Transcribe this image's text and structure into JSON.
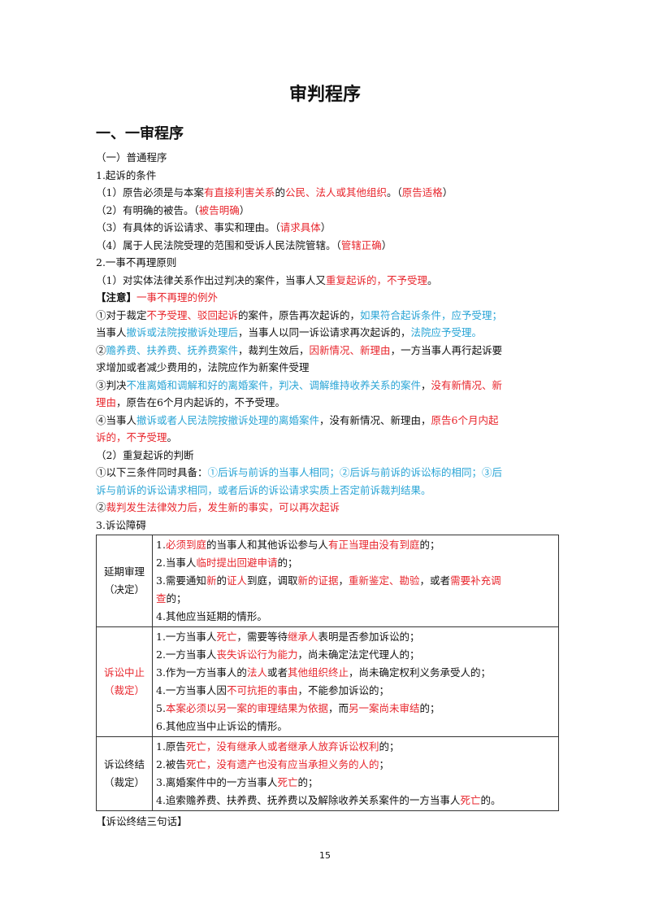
{
  "page": {
    "title": "审判程序",
    "number": "15"
  },
  "section": {
    "heading": "一、一审程序"
  },
  "lines": [
    [
      {
        "t": "（一）普通程序",
        "c": ""
      }
    ],
    [
      {
        "t": "1.起诉的条件",
        "c": ""
      }
    ],
    [
      {
        "t": "（1）原告必须是与本案",
        "c": ""
      },
      {
        "t": "有直接利害关系",
        "c": "red"
      },
      {
        "t": "的",
        "c": ""
      },
      {
        "t": "公民、法人或其他组织",
        "c": "red"
      },
      {
        "t": "。（",
        "c": ""
      },
      {
        "t": "原告适格",
        "c": "red"
      },
      {
        "t": "）",
        "c": ""
      }
    ],
    [
      {
        "t": "（2）有明确的被告。（",
        "c": ""
      },
      {
        "t": "被告明确",
        "c": "red"
      },
      {
        "t": "）",
        "c": ""
      }
    ],
    [
      {
        "t": "（3）有具体的诉讼请求、事实和理由。（",
        "c": ""
      },
      {
        "t": "请求具体",
        "c": "red"
      },
      {
        "t": "）",
        "c": ""
      }
    ],
    [
      {
        "t": "（4）属于人民法院受理的范围和受诉人民法院管辖。（",
        "c": ""
      },
      {
        "t": "管辖正确",
        "c": "red"
      },
      {
        "t": "）",
        "c": ""
      }
    ],
    [
      {
        "t": "2.一事不再理原则",
        "c": ""
      }
    ],
    [
      {
        "t": "（1）对实体法律关系作出过判决的案件，当事人又",
        "c": ""
      },
      {
        "t": "重复起诉的，不予受理",
        "c": "red"
      },
      {
        "t": "。",
        "c": ""
      }
    ],
    [
      {
        "t": "【注意】",
        "c": "bold"
      },
      {
        "t": "一事不再理的例外",
        "c": "red"
      }
    ],
    [
      {
        "t": "①对于裁定",
        "c": ""
      },
      {
        "t": "不予受理、驳回起诉",
        "c": "red"
      },
      {
        "t": "的案件，原告再次起诉的，",
        "c": ""
      },
      {
        "t": "如果符合起诉条件，应予受理；",
        "c": "blue"
      }
    ],
    [
      {
        "t": "当事人",
        "c": ""
      },
      {
        "t": "撤诉或法院按撤诉处理后",
        "c": "blue"
      },
      {
        "t": "，当事人以同一诉讼请求再次起诉的，",
        "c": ""
      },
      {
        "t": "法院应予受理。",
        "c": "blue"
      }
    ],
    [
      {
        "t": "②",
        "c": ""
      },
      {
        "t": "赡养费、扶养费、抚养费案件",
        "c": "blue"
      },
      {
        "t": "，裁判生效后，",
        "c": ""
      },
      {
        "t": "因新情况、新理由",
        "c": "red"
      },
      {
        "t": "，一方当事人再行起诉要",
        "c": ""
      }
    ],
    [
      {
        "t": "求增加或者减少费用的，法院应作为新案件受理",
        "c": ""
      }
    ],
    [
      {
        "t": "③判决",
        "c": ""
      },
      {
        "t": "不准离婚和调解和好的离婚案件，判决、调解维持收养关系的案件",
        "c": "blue"
      },
      {
        "t": "，",
        "c": ""
      },
      {
        "t": "没有新情况、新",
        "c": "red"
      }
    ],
    [
      {
        "t": "理由",
        "c": "red"
      },
      {
        "t": "，原告在6个月内起诉的，不予受理。",
        "c": ""
      }
    ],
    [
      {
        "t": "④当事人",
        "c": ""
      },
      {
        "t": "撤诉或者人民法院按撤诉处理的离婚案件",
        "c": "blue"
      },
      {
        "t": "，没有新情况、新理由，",
        "c": ""
      },
      {
        "t": "原告6个月内起",
        "c": "red"
      }
    ],
    [
      {
        "t": "诉的，不予受理",
        "c": "red"
      },
      {
        "t": "。",
        "c": ""
      }
    ],
    [
      {
        "t": "（2）重复起诉的判断",
        "c": ""
      }
    ],
    [
      {
        "t": "①以下三条件同时具备：",
        "c": ""
      },
      {
        "t": "①后诉与前诉的当事人相同；②后诉与前诉的诉讼标的相同；③后",
        "c": "blue"
      }
    ],
    [
      {
        "t": "诉与前诉的诉讼请求相同，或者后诉的诉讼请求实质上否定前诉裁判结果。",
        "c": "blue"
      }
    ],
    [
      {
        "t": "②",
        "c": ""
      },
      {
        "t": "裁判发生法律效力后，发生新的事实，可以再次起诉",
        "c": "red"
      }
    ],
    [
      {
        "t": "3.诉讼障碍",
        "c": ""
      }
    ]
  ],
  "table": [
    {
      "label1": "延期审理",
      "label2": "（决定）",
      "label_color": "",
      "items": [
        [
          {
            "t": "1.",
            "c": ""
          },
          {
            "t": "必须到庭",
            "c": "red"
          },
          {
            "t": "的当事人和其他诉讼参与人",
            "c": ""
          },
          {
            "t": "有正当理由没有到庭",
            "c": "red"
          },
          {
            "t": "的；",
            "c": ""
          }
        ],
        [
          {
            "t": "2.当事人",
            "c": ""
          },
          {
            "t": "临时提出回避申请",
            "c": "red"
          },
          {
            "t": "的；",
            "c": ""
          }
        ],
        [
          {
            "t": "3.需要通知",
            "c": ""
          },
          {
            "t": "新",
            "c": "red"
          },
          {
            "t": "的",
            "c": ""
          },
          {
            "t": "证人",
            "c": "red"
          },
          {
            "t": "到庭，调取",
            "c": ""
          },
          {
            "t": "新的证据",
            "c": "red"
          },
          {
            "t": "，",
            "c": ""
          },
          {
            "t": "重新鉴定、勘验",
            "c": "red"
          },
          {
            "t": "，或者",
            "c": ""
          },
          {
            "t": "需要补充调",
            "c": "red"
          }
        ],
        [
          {
            "t": "查",
            "c": "red"
          },
          {
            "t": "的；",
            "c": ""
          }
        ],
        [
          {
            "t": "4.其他应当延期的情形。",
            "c": ""
          }
        ]
      ]
    },
    {
      "label1": "诉讼中止",
      "label2": "（裁定）",
      "label_color": "red",
      "items": [
        [
          {
            "t": "1.一方当事人",
            "c": ""
          },
          {
            "t": "死亡",
            "c": "red"
          },
          {
            "t": "，需要等待",
            "c": ""
          },
          {
            "t": "继承人",
            "c": "red"
          },
          {
            "t": "表明是否参加诉讼的；",
            "c": ""
          }
        ],
        [
          {
            "t": "2.一方当事人",
            "c": ""
          },
          {
            "t": "丧失诉讼行为能力",
            "c": "red"
          },
          {
            "t": "，尚未确定法定代理人的；",
            "c": ""
          }
        ],
        [
          {
            "t": "3.作为一方当事人的",
            "c": ""
          },
          {
            "t": "法人",
            "c": "red"
          },
          {
            "t": "或者",
            "c": ""
          },
          {
            "t": "其他组织终止",
            "c": "red"
          },
          {
            "t": "，尚未确定权利义务承受人的；",
            "c": ""
          }
        ],
        [
          {
            "t": "4.一方当事人因",
            "c": ""
          },
          {
            "t": "不可抗拒的事由",
            "c": "red"
          },
          {
            "t": "，不能参加诉讼的；",
            "c": ""
          }
        ],
        [
          {
            "t": "5.",
            "c": ""
          },
          {
            "t": "本案必须以另一案的审理结果为依据",
            "c": "red"
          },
          {
            "t": "，而",
            "c": ""
          },
          {
            "t": "另一案尚未审结",
            "c": "red"
          },
          {
            "t": "的；",
            "c": ""
          }
        ],
        [
          {
            "t": "6.其他应当中止诉讼的情形。",
            "c": ""
          }
        ]
      ]
    },
    {
      "label1": "诉讼终结",
      "label2": "（裁定）",
      "label_color": "",
      "items": [
        [
          {
            "t": "1.原告",
            "c": ""
          },
          {
            "t": "死亡，没有继承人或者继承人放弃诉讼权利",
            "c": "red"
          },
          {
            "t": "的；",
            "c": ""
          }
        ],
        [
          {
            "t": "2.被告",
            "c": ""
          },
          {
            "t": "死亡，没有遗产也没有应当承担义务的人的",
            "c": "red"
          },
          {
            "t": "；",
            "c": ""
          }
        ],
        [
          {
            "t": "3.离婚案件中的一方当事人",
            "c": ""
          },
          {
            "t": "死亡",
            "c": "red"
          },
          {
            "t": "的；",
            "c": ""
          }
        ],
        [
          {
            "t": "4.追索赡养费、扶养费、抚养费以及解除收养关系案件的一方当事人",
            "c": ""
          },
          {
            "t": "死亡",
            "c": "red"
          },
          {
            "t": "的。",
            "c": ""
          }
        ]
      ]
    }
  ],
  "after_table": "【诉讼终结三句话】"
}
